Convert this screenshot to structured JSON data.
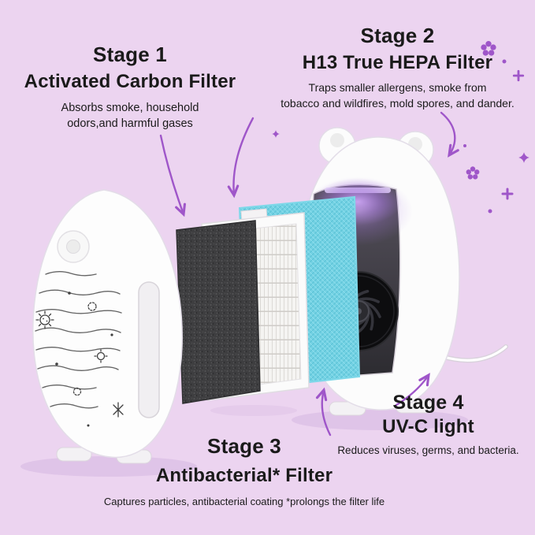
{
  "title": "Air purifier 4-stage filtration infographic",
  "stages": [
    {
      "title": "Stage 1",
      "subtitle": "Activated Carbon Filter",
      "desc": "Absorbs smoke, household\nodors,and harmful gases"
    },
    {
      "title": "Stage 2",
      "subtitle": "H13 True HEPA Filter",
      "desc": "Traps smaller allergens, smoke from\ntobacco and wildfires, mold spores, and dander."
    },
    {
      "title": "Stage 3",
      "subtitle": "Antibacterial* Filter",
      "desc": "Captures particles, antibacterial coating *prolongs the filter life"
    },
    {
      "title": "Stage 4",
      "subtitle": "UV-C light",
      "desc": "Reduces viruses, germs, and bacteria."
    }
  ],
  "colors": {
    "background": "#ecd4f0",
    "accent_purple": "#9f56c9",
    "antibacterial_filter_blue": "#74d1e3",
    "carbon_filter_dark": "#3e3e40",
    "uv_glow": "#b98ae6",
    "text": "#1a1a1a"
  },
  "illustration": {
    "parts": [
      "front-shell",
      "activated-carbon-filter",
      "hepa-filter",
      "antibacterial-filter",
      "back-housing",
      "fan",
      "uv-light",
      "power-cord"
    ],
    "decorations": [
      "sparkle-flower",
      "sparkle-plus",
      "sparkle-star",
      "airflow-lines",
      "germ-icons",
      "curved-arrows"
    ]
  }
}
